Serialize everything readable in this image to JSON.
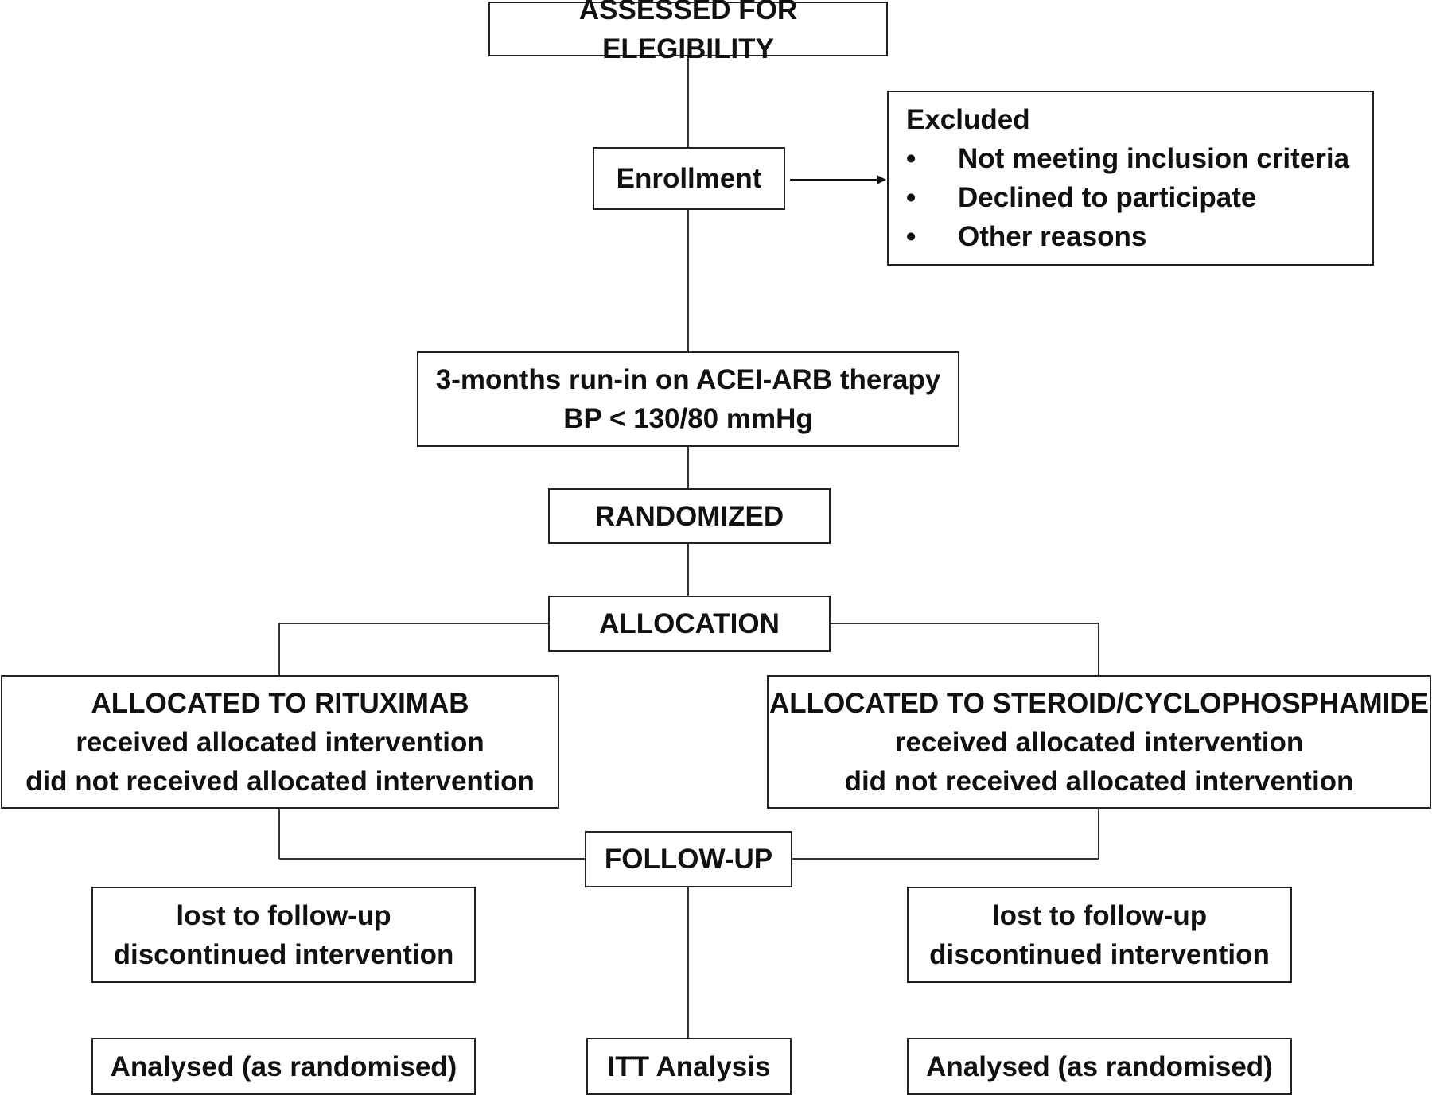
{
  "boxes": {
    "assessed": "ASSESSED FOR ELEGIBILITY",
    "enrollment": "Enrollment",
    "excluded": {
      "title": "Excluded",
      "bullets": [
        "Not meeting inclusion criteria",
        "Declined to participate",
        "Other reasons"
      ]
    },
    "runin": {
      "line1": "3-months run-in on ACEI-ARB therapy",
      "line2": "BP < 130/80 mmHg"
    },
    "randomized": "RANDOMIZED",
    "allocation": "ALLOCATION",
    "rituximab": {
      "line1": "ALLOCATED TO RITUXIMAB",
      "line2": "received allocated intervention",
      "line3": "did not received allocated intervention"
    },
    "steroid": {
      "line1": "ALLOCATED TO STEROID/CYCLOPHOSPHAMIDE",
      "line2": "received allocated intervention",
      "line3": "did not received allocated intervention"
    },
    "followup": "FOLLOW-UP",
    "lost_left": {
      "line1": "lost to follow-up",
      "line2": "discontinued intervention"
    },
    "lost_right": {
      "line1": "lost to follow-up",
      "line2": "discontinued intervention"
    },
    "analysed_left": "Analysed (as randomised)",
    "itt": "ITT Analysis",
    "analysed_right": "Analysed (as randomised)"
  },
  "bullet_symbol": "•"
}
